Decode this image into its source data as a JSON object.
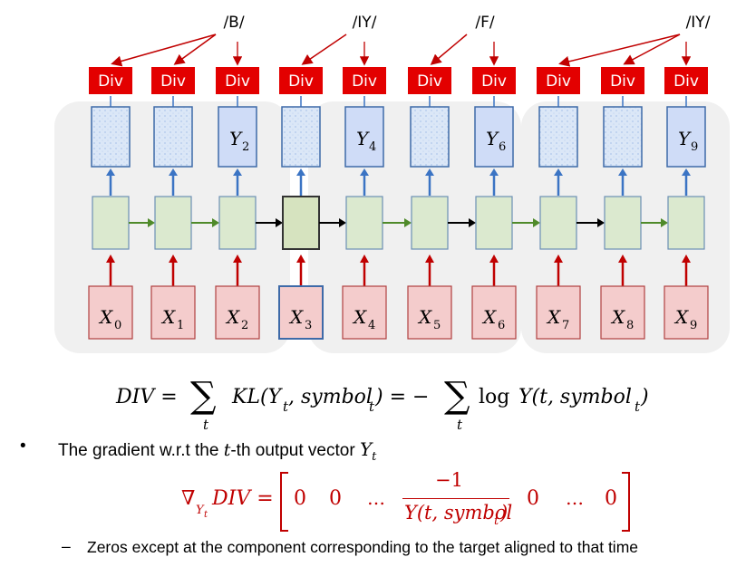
{
  "div_label": "Div",
  "phoneme_labels": [
    "/B/",
    "/IY/",
    "/F/",
    "/IY/"
  ],
  "output_labels": [
    {
      "index": 2,
      "base": "Y",
      "sub": "2"
    },
    {
      "index": 4,
      "base": "Y",
      "sub": "4"
    },
    {
      "index": 6,
      "base": "Y",
      "sub": "6"
    },
    {
      "index": 9,
      "base": "Y",
      "sub": "9"
    }
  ],
  "input_labels": [
    "0",
    "1",
    "2",
    "3",
    "4",
    "5",
    "6",
    "7",
    "8",
    "9"
  ],
  "input_base": "X",
  "equation": {
    "lhs": "DIV =",
    "sum1": "∑",
    "sum1_sub": "t",
    "term1": "KL(Y",
    "term1_sub": "t",
    "term1_rest": ", symbol",
    "term1_rest_sub": "t",
    "term1_close": ") = −",
    "sum2": "∑",
    "sum2_sub": "t",
    "log": "log",
    "term2": "Y(t, symbol",
    "term2_sub": "t",
    "term2_close": ")"
  },
  "bullet": {
    "marker": "•",
    "text_before": "The gradient w.r.t the ",
    "t": "t",
    "text_mid": "-th output vector ",
    "Y": "Y",
    "Y_sub": "t"
  },
  "gradient": {
    "nabla": "∇",
    "nabla_sub": "Y",
    "nabla_subsub": "t",
    "div": "DIV =",
    "entries": [
      "0",
      "0",
      "…"
    ],
    "numerator": "−1",
    "denominator": "Y(t, symbol",
    "denominator_sub": "t",
    "denominator_close": ")",
    "entries_after": [
      "0",
      "…",
      "0"
    ]
  },
  "sub_bullet": {
    "marker": "–",
    "text": "Zeros except at the component corresponding to the target aligned to that time"
  },
  "colors": {
    "div_red": "#e30000",
    "arrow_red": "#c00000",
    "arrow_blue": "#3b74c4",
    "arrow_green": "#4f8a2a",
    "hidden_fill": "#dbe9cf",
    "input_fill": "#f4cccc",
    "output_fill": "#cfdcf7"
  }
}
